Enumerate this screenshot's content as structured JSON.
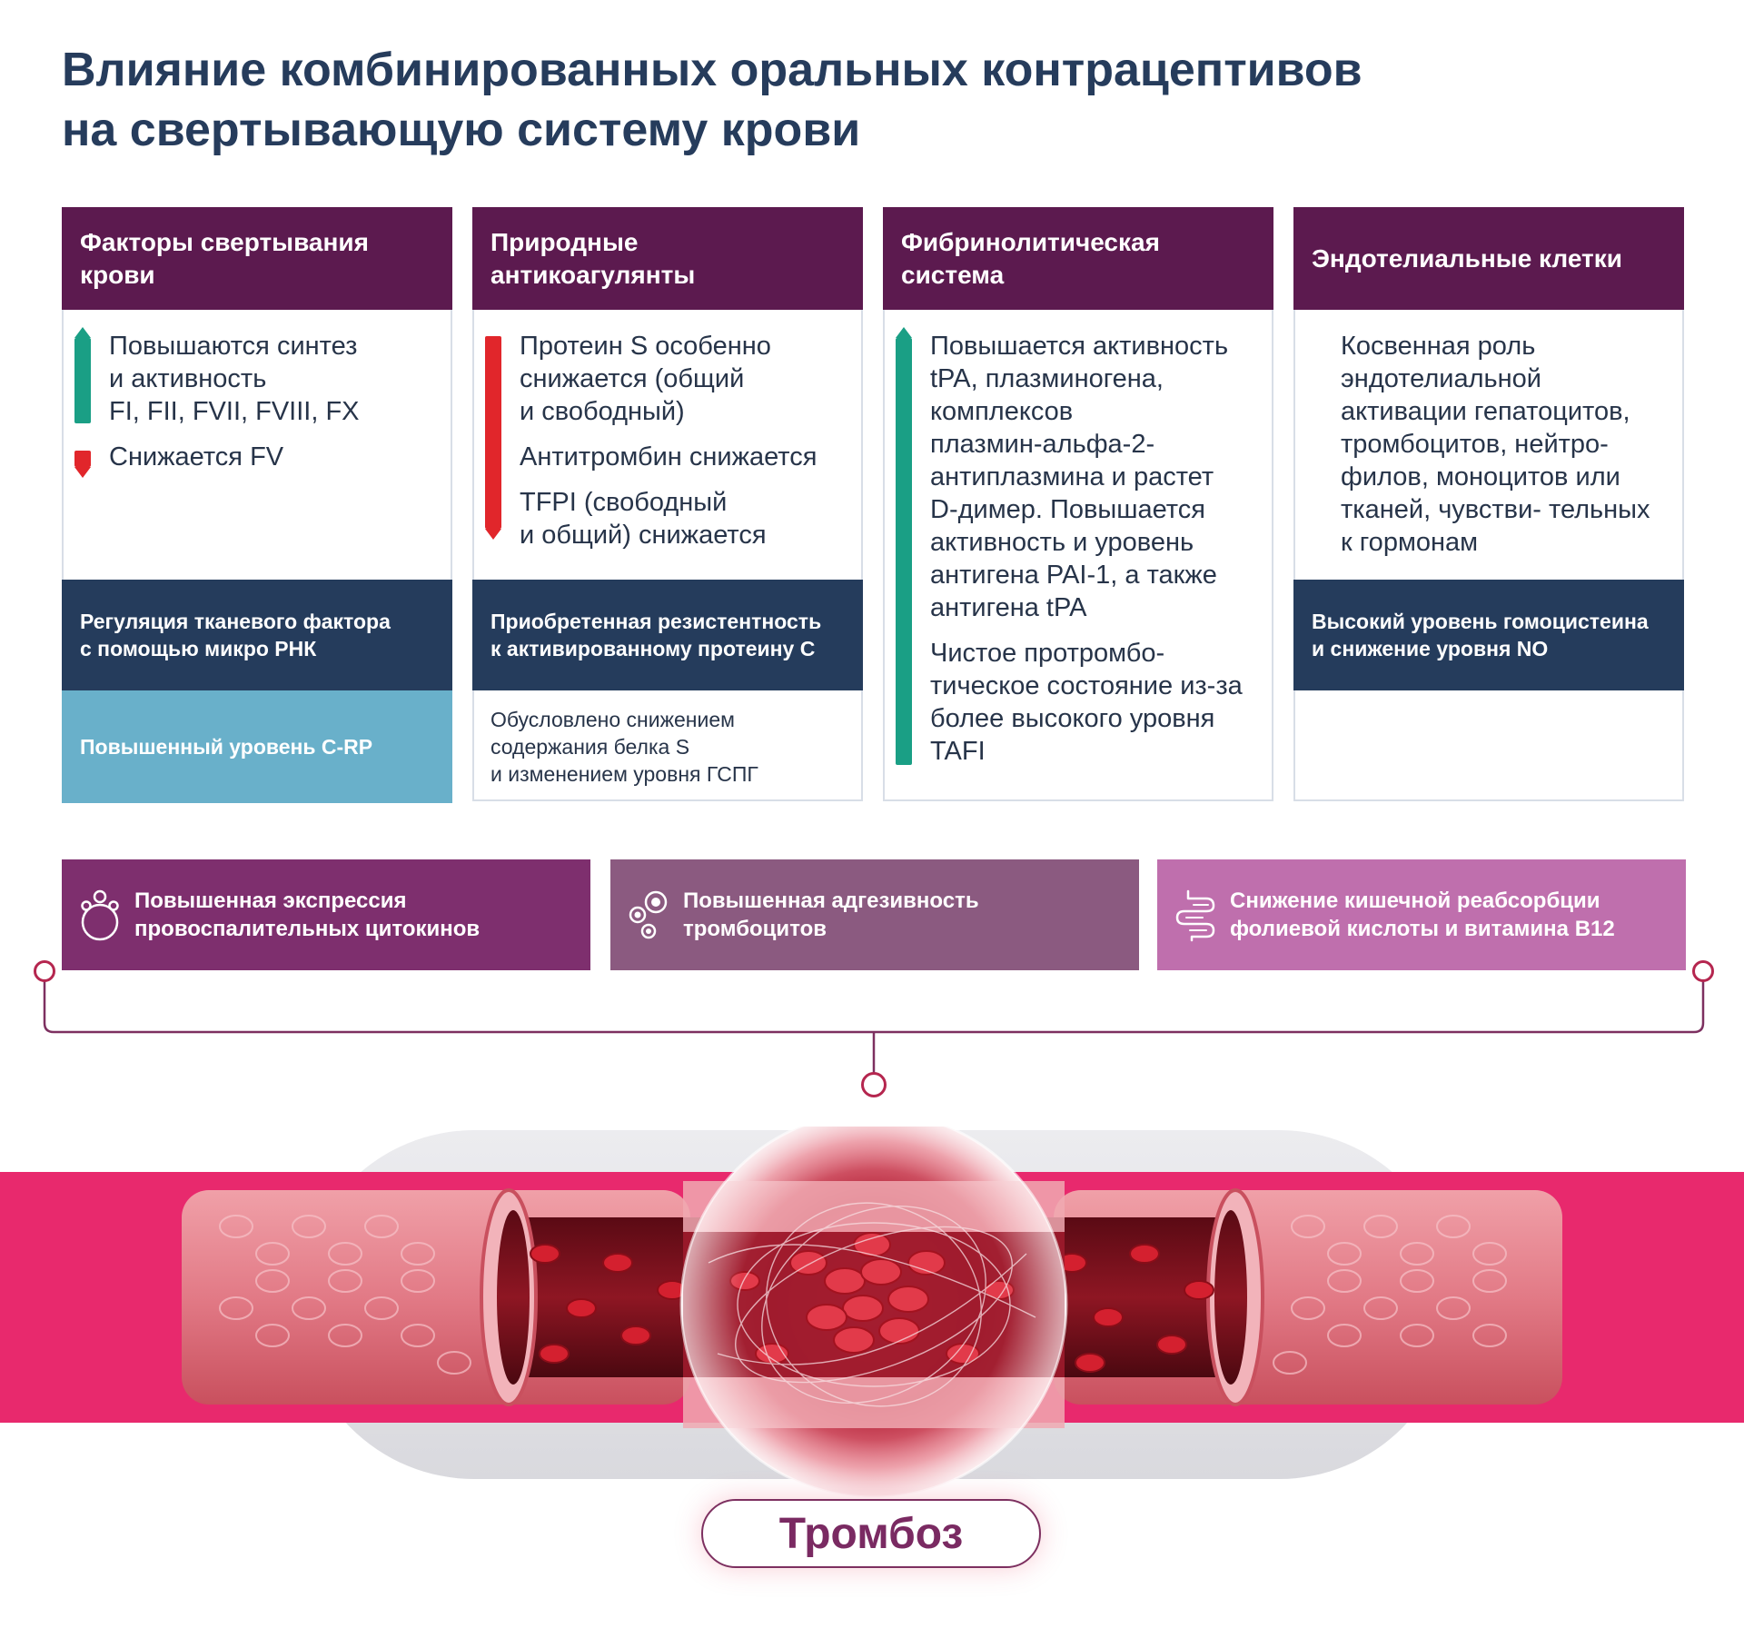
{
  "title": {
    "line1": "Влияние комбинированных оральных контрацептивов",
    "line2": "на свертывающую систему крови"
  },
  "columns": [
    {
      "header": [
        "Факторы свертывания",
        "крови"
      ],
      "items": [
        {
          "direction": "up",
          "lines": [
            "Повышаются синтез",
            "и активность",
            "FI, FII, FVII, FVIII, FX"
          ]
        },
        {
          "direction": "down",
          "lines": [
            "Снижается FV"
          ]
        }
      ],
      "band": [
        "Регуляция тканевого фактора",
        "с помощью микро РНК"
      ],
      "sub": [
        "Повышенный уровень C-RP"
      ]
    },
    {
      "header": [
        "Природные",
        "антикоагулянты"
      ],
      "items": [
        {
          "direction": "down",
          "lines": [
            "Протеин S особенно",
            "снижается (общий",
            "и свободный)"
          ]
        },
        {
          "direction": "down",
          "lines": [
            "Антитромбин снижается"
          ]
        },
        {
          "direction": "down",
          "lines": [
            "TFPI (свободный",
            "и общий) снижается"
          ]
        }
      ],
      "band": [
        "Приобретенная резистентность",
        "к активированному протеину С"
      ],
      "sub": [
        "Обусловлено снижением",
        "содержания белка S",
        "и изменением уровня ГСПГ"
      ]
    },
    {
      "header": [
        "Фибринолитическая",
        "система"
      ],
      "items": [
        {
          "direction": "up",
          "lines": [
            "Повышается активность",
            "tPA, плазминогена,",
            "комплексов",
            "плазмин-альфа-2-",
            "антиплазмина и растет",
            "D-димер. Повышается",
            "активность и уровень",
            "антигена PAI-1, а также",
            "антигена tPA"
          ]
        },
        {
          "direction": "up",
          "lines": [
            "Чистое протромбо-",
            "тическое состояние из-за",
            "более высокого уровня",
            "TAFI"
          ]
        }
      ]
    },
    {
      "header": [
        "Эндотелиальные клетки"
      ],
      "items": [
        {
          "direction": "none",
          "lines": [
            "Косвенная роль",
            "эндотелиальной",
            "активации гепатоцитов,",
            "тромбоцитов, нейтро-",
            "филов, моноцитов или",
            "тканей, чувстви- тельных",
            "к гормонам"
          ]
        }
      ],
      "band": [
        "Высокий уровень гомоцистеина",
        "и снижение уровня NO"
      ]
    }
  ],
  "mechanisms": [
    {
      "icon": "cytokine-icon",
      "lines": [
        "Повышенная экспрессия",
        "провоспалительных цитокинов"
      ],
      "color": "#7e2f6e"
    },
    {
      "icon": "platelet-icon",
      "lines": [
        "Повышенная адгезивность",
        "тромбоцитов"
      ],
      "color": "#8b5a80"
    },
    {
      "icon": "intestine-icon",
      "lines": [
        "Снижение кишечной реабсорбции",
        "фолиевой кислоты и витамина В12"
      ],
      "color": "#bf6fad"
    }
  ],
  "outcome": "Тромбоз",
  "colors": {
    "title": "#263c5c",
    "header": "#5c1a4f",
    "navy": "#253c5c",
    "light_blue": "#69b0ca",
    "increase": "#1a9f85",
    "decrease": "#e1262b",
    "accent_band": "#e8296d",
    "node": "#b5264f"
  }
}
